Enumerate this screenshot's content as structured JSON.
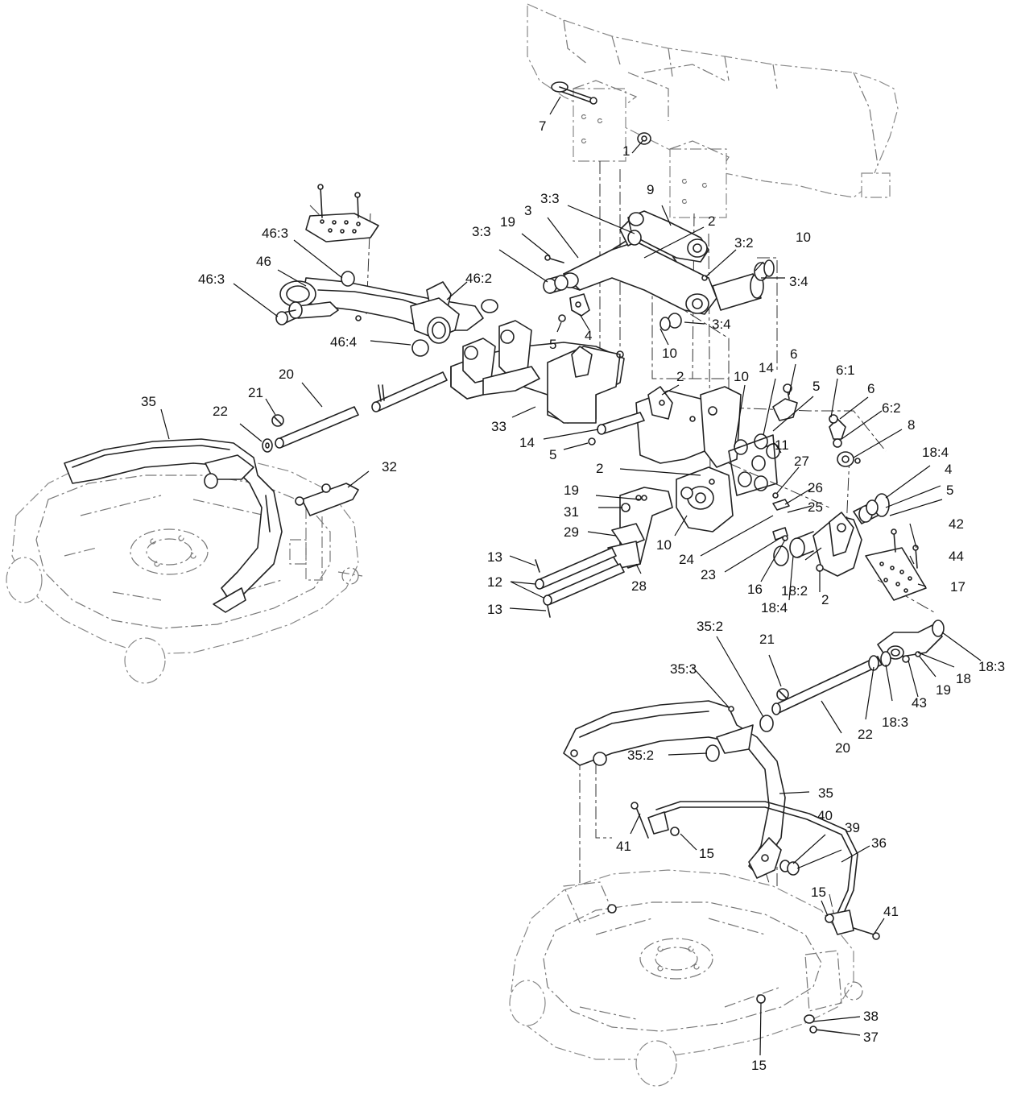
{
  "callouts": [
    {
      "id": "c7",
      "text": "7"
    },
    {
      "id": "c1",
      "text": "1"
    },
    {
      "id": "c9",
      "text": "9"
    },
    {
      "id": "c3_3a",
      "text": "3:3"
    },
    {
      "id": "c3",
      "text": "3"
    },
    {
      "id": "c3_3b",
      "text": "3:3"
    },
    {
      "id": "c19a",
      "text": "19"
    },
    {
      "id": "c2a",
      "text": "2"
    },
    {
      "id": "c3_2",
      "text": "3:2"
    },
    {
      "id": "c10a",
      "text": "10"
    },
    {
      "id": "c3_4a",
      "text": "3:4"
    },
    {
      "id": "c46_3a",
      "text": "46:3"
    },
    {
      "id": "c46",
      "text": "46"
    },
    {
      "id": "c46_3b",
      "text": "46:3"
    },
    {
      "id": "c46_2",
      "text": "46:2"
    },
    {
      "id": "c46_4",
      "text": "46:4"
    },
    {
      "id": "c5a",
      "text": "5"
    },
    {
      "id": "c4a",
      "text": "4"
    },
    {
      "id": "c3_4b",
      "text": "3:4"
    },
    {
      "id": "c10b",
      "text": "10"
    },
    {
      "id": "c20a",
      "text": "20"
    },
    {
      "id": "c21a",
      "text": "21"
    },
    {
      "id": "c35a",
      "text": "35"
    },
    {
      "id": "c22a",
      "text": "22"
    },
    {
      "id": "c33",
      "text": "33"
    },
    {
      "id": "c2b",
      "text": "2"
    },
    {
      "id": "c14a",
      "text": "14"
    },
    {
      "id": "c5b",
      "text": "5"
    },
    {
      "id": "c10c",
      "text": "10"
    },
    {
      "id": "c14b",
      "text": "14"
    },
    {
      "id": "c6a",
      "text": "6"
    },
    {
      "id": "c5c",
      "text": "5"
    },
    {
      "id": "c6_1",
      "text": "6:1"
    },
    {
      "id": "c6b",
      "text": "6"
    },
    {
      "id": "c6_2",
      "text": "6:2"
    },
    {
      "id": "c8",
      "text": "8"
    },
    {
      "id": "c11",
      "text": "11"
    },
    {
      "id": "c32",
      "text": "32"
    },
    {
      "id": "c2c",
      "text": "2"
    },
    {
      "id": "c27",
      "text": "27"
    },
    {
      "id": "c18_4a",
      "text": "18:4"
    },
    {
      "id": "c4b",
      "text": "4"
    },
    {
      "id": "c5d",
      "text": "5"
    },
    {
      "id": "c19b",
      "text": "19"
    },
    {
      "id": "c26",
      "text": "26"
    },
    {
      "id": "c31",
      "text": "31"
    },
    {
      "id": "c25",
      "text": "25"
    },
    {
      "id": "c29",
      "text": "29"
    },
    {
      "id": "c10d",
      "text": "10"
    },
    {
      "id": "c24",
      "text": "24"
    },
    {
      "id": "c42",
      "text": "42"
    },
    {
      "id": "c44",
      "text": "44"
    },
    {
      "id": "c13a",
      "text": "13"
    },
    {
      "id": "c23",
      "text": "23"
    },
    {
      "id": "c17",
      "text": "17"
    },
    {
      "id": "c12",
      "text": "12"
    },
    {
      "id": "c28",
      "text": "28"
    },
    {
      "id": "c16",
      "text": "16"
    },
    {
      "id": "c18_2",
      "text": "18:2"
    },
    {
      "id": "c2d",
      "text": "2"
    },
    {
      "id": "c18_4b",
      "text": "18:4"
    },
    {
      "id": "c13b",
      "text": "13"
    },
    {
      "id": "c35_2a",
      "text": "35:2"
    },
    {
      "id": "c21b",
      "text": "21"
    },
    {
      "id": "c18_3a",
      "text": "18:3"
    },
    {
      "id": "c18",
      "text": "18"
    },
    {
      "id": "c19c",
      "text": "19"
    },
    {
      "id": "c35_3",
      "text": "35:3"
    },
    {
      "id": "c43",
      "text": "43"
    },
    {
      "id": "c18_3b",
      "text": "18:3"
    },
    {
      "id": "c22b",
      "text": "22"
    },
    {
      "id": "c20b",
      "text": "20"
    },
    {
      "id": "c35_2b",
      "text": "35:2"
    },
    {
      "id": "c35b",
      "text": "35"
    },
    {
      "id": "c40",
      "text": "40"
    },
    {
      "id": "c39",
      "text": "39"
    },
    {
      "id": "c36",
      "text": "36"
    },
    {
      "id": "c41a",
      "text": "41"
    },
    {
      "id": "c15a",
      "text": "15"
    },
    {
      "id": "c15b",
      "text": "15"
    },
    {
      "id": "c41b",
      "text": "41"
    },
    {
      "id": "c38",
      "text": "38"
    },
    {
      "id": "c37",
      "text": "37"
    },
    {
      "id": "c15c",
      "text": "15"
    }
  ]
}
